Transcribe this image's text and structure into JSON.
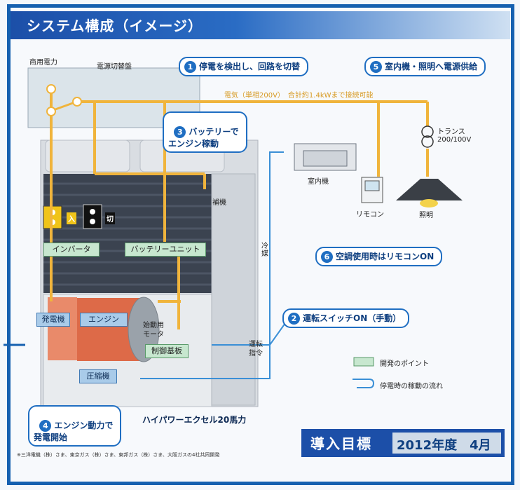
{
  "title": "システム構成（イメージ）",
  "labels": {
    "commercial_power": "商用電力",
    "switch_panel": "電源切替盤",
    "electricity_note": "電気（単相200V）　合計約1.4kWまで接続可能",
    "transformer": "トランス\n200/100V",
    "indoor_unit": "室内機",
    "remote": "リモコン",
    "lighting": "照明",
    "auxiliary": "補機",
    "refrigerant": "冷媒",
    "operation_command": "運転\n指令",
    "starter_motor": "始動用\nモータ",
    "on_label": "入",
    "off_label": "切",
    "unit_name": "ハイパワーエクセル20馬力",
    "footnote": "※三洋電機（株）さま、東京ガス（株）さま、東邦ガス（株）さま、大阪ガスの4社共同開発"
  },
  "components": {
    "inverter": "インバータ",
    "battery_unit": "バッテリーユニット",
    "generator": "発電機",
    "engine": "エンジン",
    "control_board": "制御基板",
    "compressor": "圧縮機"
  },
  "callouts": [
    {
      "num": "1",
      "text": "停電を検出し、回路を切替"
    },
    {
      "num": "2",
      "text": "運転スイッチON（手動）"
    },
    {
      "num": "3",
      "text": "バッテリーで\nエンジン稼動"
    },
    {
      "num": "4",
      "text": "エンジン動力で\n発電開始"
    },
    {
      "num": "5",
      "text": "室内機・照明へ電源供給"
    },
    {
      "num": "6",
      "text": "空調使用時はリモコンON"
    }
  ],
  "legend": {
    "dev_point": "開発のポイント",
    "flow": "停電時の稼動の流れ"
  },
  "goal": {
    "label": "導入目標",
    "date": "2012年度　4月"
  },
  "colors": {
    "frame": "#1560b0",
    "power_line": "#f0b43c",
    "signal_line": "#3a8fd6",
    "highlight_green": "#c7e7cf",
    "highlight_blue": "#a9cbe9"
  }
}
